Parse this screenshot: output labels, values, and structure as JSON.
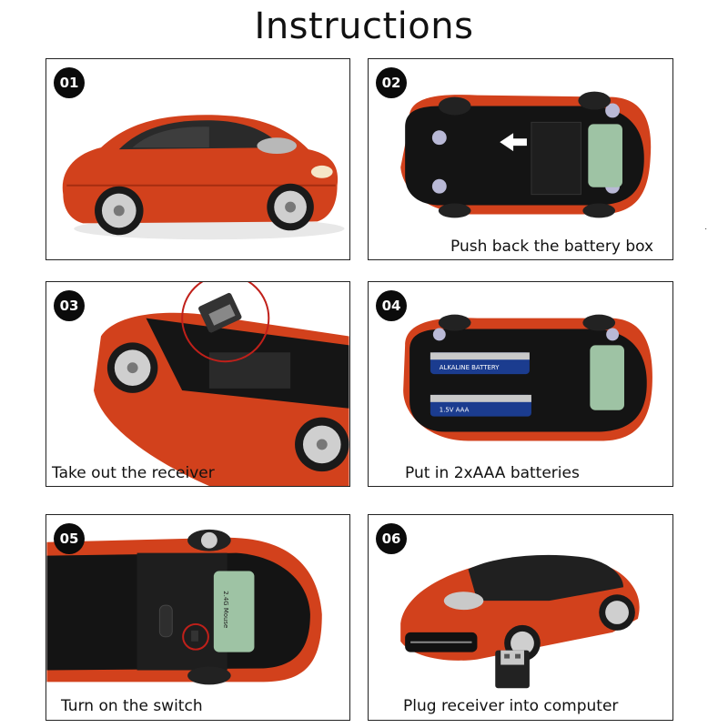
{
  "title": "Instructions",
  "colors": {
    "car_red": "#d2411c",
    "panel_border": "#222222",
    "badge_bg": "#0b0b0b"
  },
  "steps": [
    {
      "number": "01",
      "caption": ""
    },
    {
      "number": "02",
      "caption": "Push back the battery box"
    },
    {
      "number": "03",
      "caption": "Take out the receiver"
    },
    {
      "number": "04",
      "caption": "Put in 2xAAA batteries"
    },
    {
      "number": "05",
      "caption": "Turn on the switch"
    },
    {
      "number": "06",
      "caption": "Plug receiver into computer"
    }
  ],
  "labels": {
    "sticker": "2.4G Mouse",
    "battery_top": "ALKALINE BATTERY",
    "battery_bottom": "1.5V AAA"
  },
  "stray_mark": "·"
}
